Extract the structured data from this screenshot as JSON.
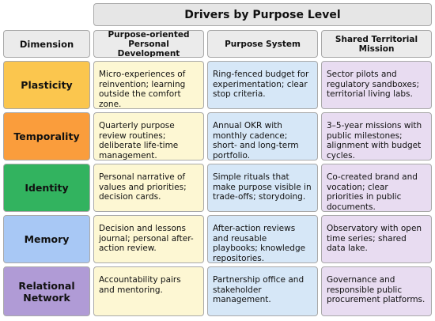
{
  "title": "Drivers by Purpose Level",
  "headers": {
    "dimension": "Dimension",
    "personal": "Purpose-oriented Personal Development",
    "system": "Purpose System",
    "shared": "Shared Territorial Mission"
  },
  "colors": {
    "plasticity": "#fbc64e",
    "temporality": "#fa9d3c",
    "identity": "#32b35f",
    "memory": "#a8c8f5",
    "relational_network": "#b09bd6",
    "col_personal": "#fdf7d3",
    "col_system": "#d6e7f7",
    "col_shared": "#e8dcf1"
  },
  "rows": [
    {
      "dimension": "Plasticity",
      "personal": "Micro-experiences of reinvention; learning outside the comfort zone.",
      "system": "Ring-fenced budget for experimentation; clear stop criteria.",
      "shared": "Sector pilots and regulatory sandboxes; territorial living labs."
    },
    {
      "dimension": "Temporality",
      "personal": "Quarterly purpose review routines; deliberate life-time management.",
      "system": "Annual OKR with monthly cadence; short- and long-term portfolio.",
      "shared": "3–5-year missions with public milestones; alignment with budget cycles."
    },
    {
      "dimension": "Identity",
      "personal": "Personal narrative of values and priorities; decision cards.",
      "system": "Simple rituals that make purpose visible in trade-offs; storydoing.",
      "shared": "Co-created brand and vocation; clear priorities in public documents."
    },
    {
      "dimension": "Memory",
      "personal": "Decision and lessons journal; personal after-action review.",
      "system": "After-action reviews and reusable playbooks; knowledge repositories.",
      "shared": "Observatory with open time series; shared data lake."
    },
    {
      "dimension": "Relational Network",
      "personal": "Accountability pairs and mentoring.",
      "system": "Partnership office and stakeholder management.",
      "shared": "Governance and responsible public procurement platforms."
    }
  ]
}
